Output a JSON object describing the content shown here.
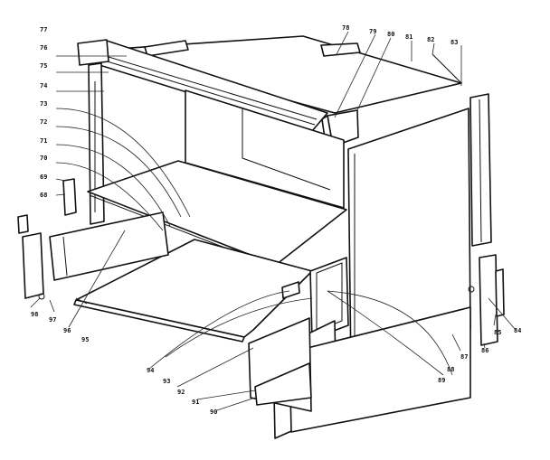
{
  "diagram": {
    "callouts": {
      "n77": "77",
      "n76": "76",
      "n75": "75",
      "n74": "74",
      "n73": "73",
      "n72": "72",
      "n71": "71",
      "n70": "70",
      "n69": "69",
      "n68": "68",
      "n78": "78",
      "n79": "79",
      "n80": "80",
      "n81": "81",
      "n82": "82",
      "n83": "83",
      "n84": "84",
      "n85": "85",
      "n86": "86",
      "n87": "87",
      "n88": "88",
      "n89": "89",
      "n90": "90",
      "n91": "91",
      "n92": "92",
      "n93": "93",
      "n94": "94",
      "n95": "95",
      "n96": "96",
      "n97": "97",
      "n98": "98"
    }
  }
}
